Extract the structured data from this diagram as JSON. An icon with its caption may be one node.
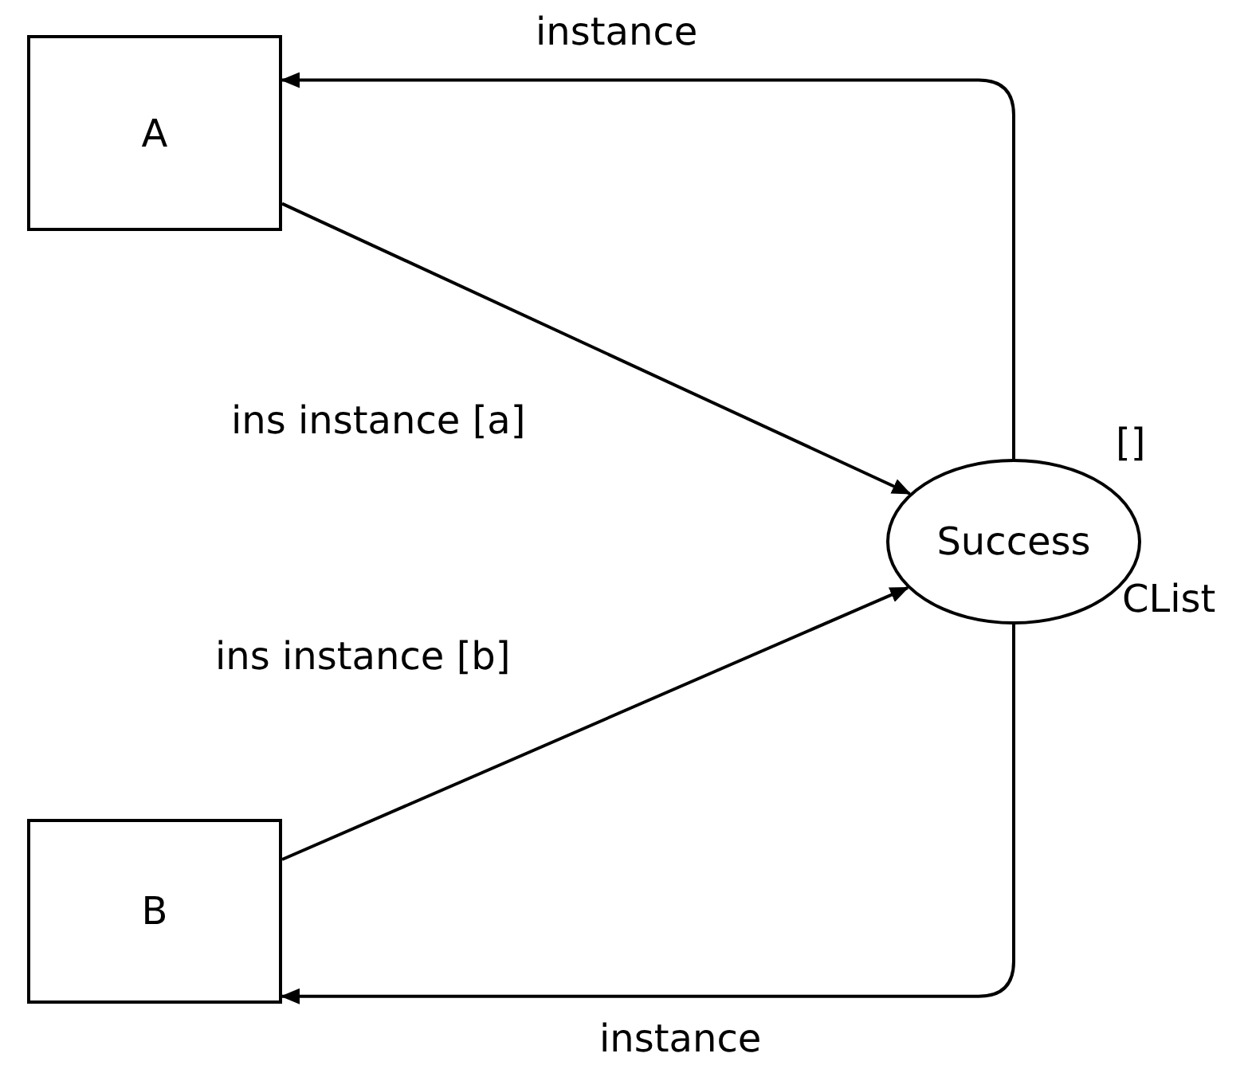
{
  "diagram": {
    "nodes": [
      {
        "text": [
          "A"
        ]
      },
      {
        "text": [
          "Success"
        ],
        "beside": [
          "[]",
          "CList"
        ]
      },
      {
        "text": [
          "B"
        ]
      }
    ],
    "edges": [
      {
        "from": 0,
        "to": 1,
        "arrow": "to",
        "label": "ins instance [a]"
      },
      {
        "from": 2,
        "to": 1,
        "arrow": "to",
        "label": "ins instance [b]"
      },
      {
        "from": 1,
        "to": 0,
        "arrow": "to",
        "label": "instance"
      },
      {
        "from": 1,
        "to": 2,
        "arrow": "to",
        "label": "instance"
      }
    ]
  }
}
